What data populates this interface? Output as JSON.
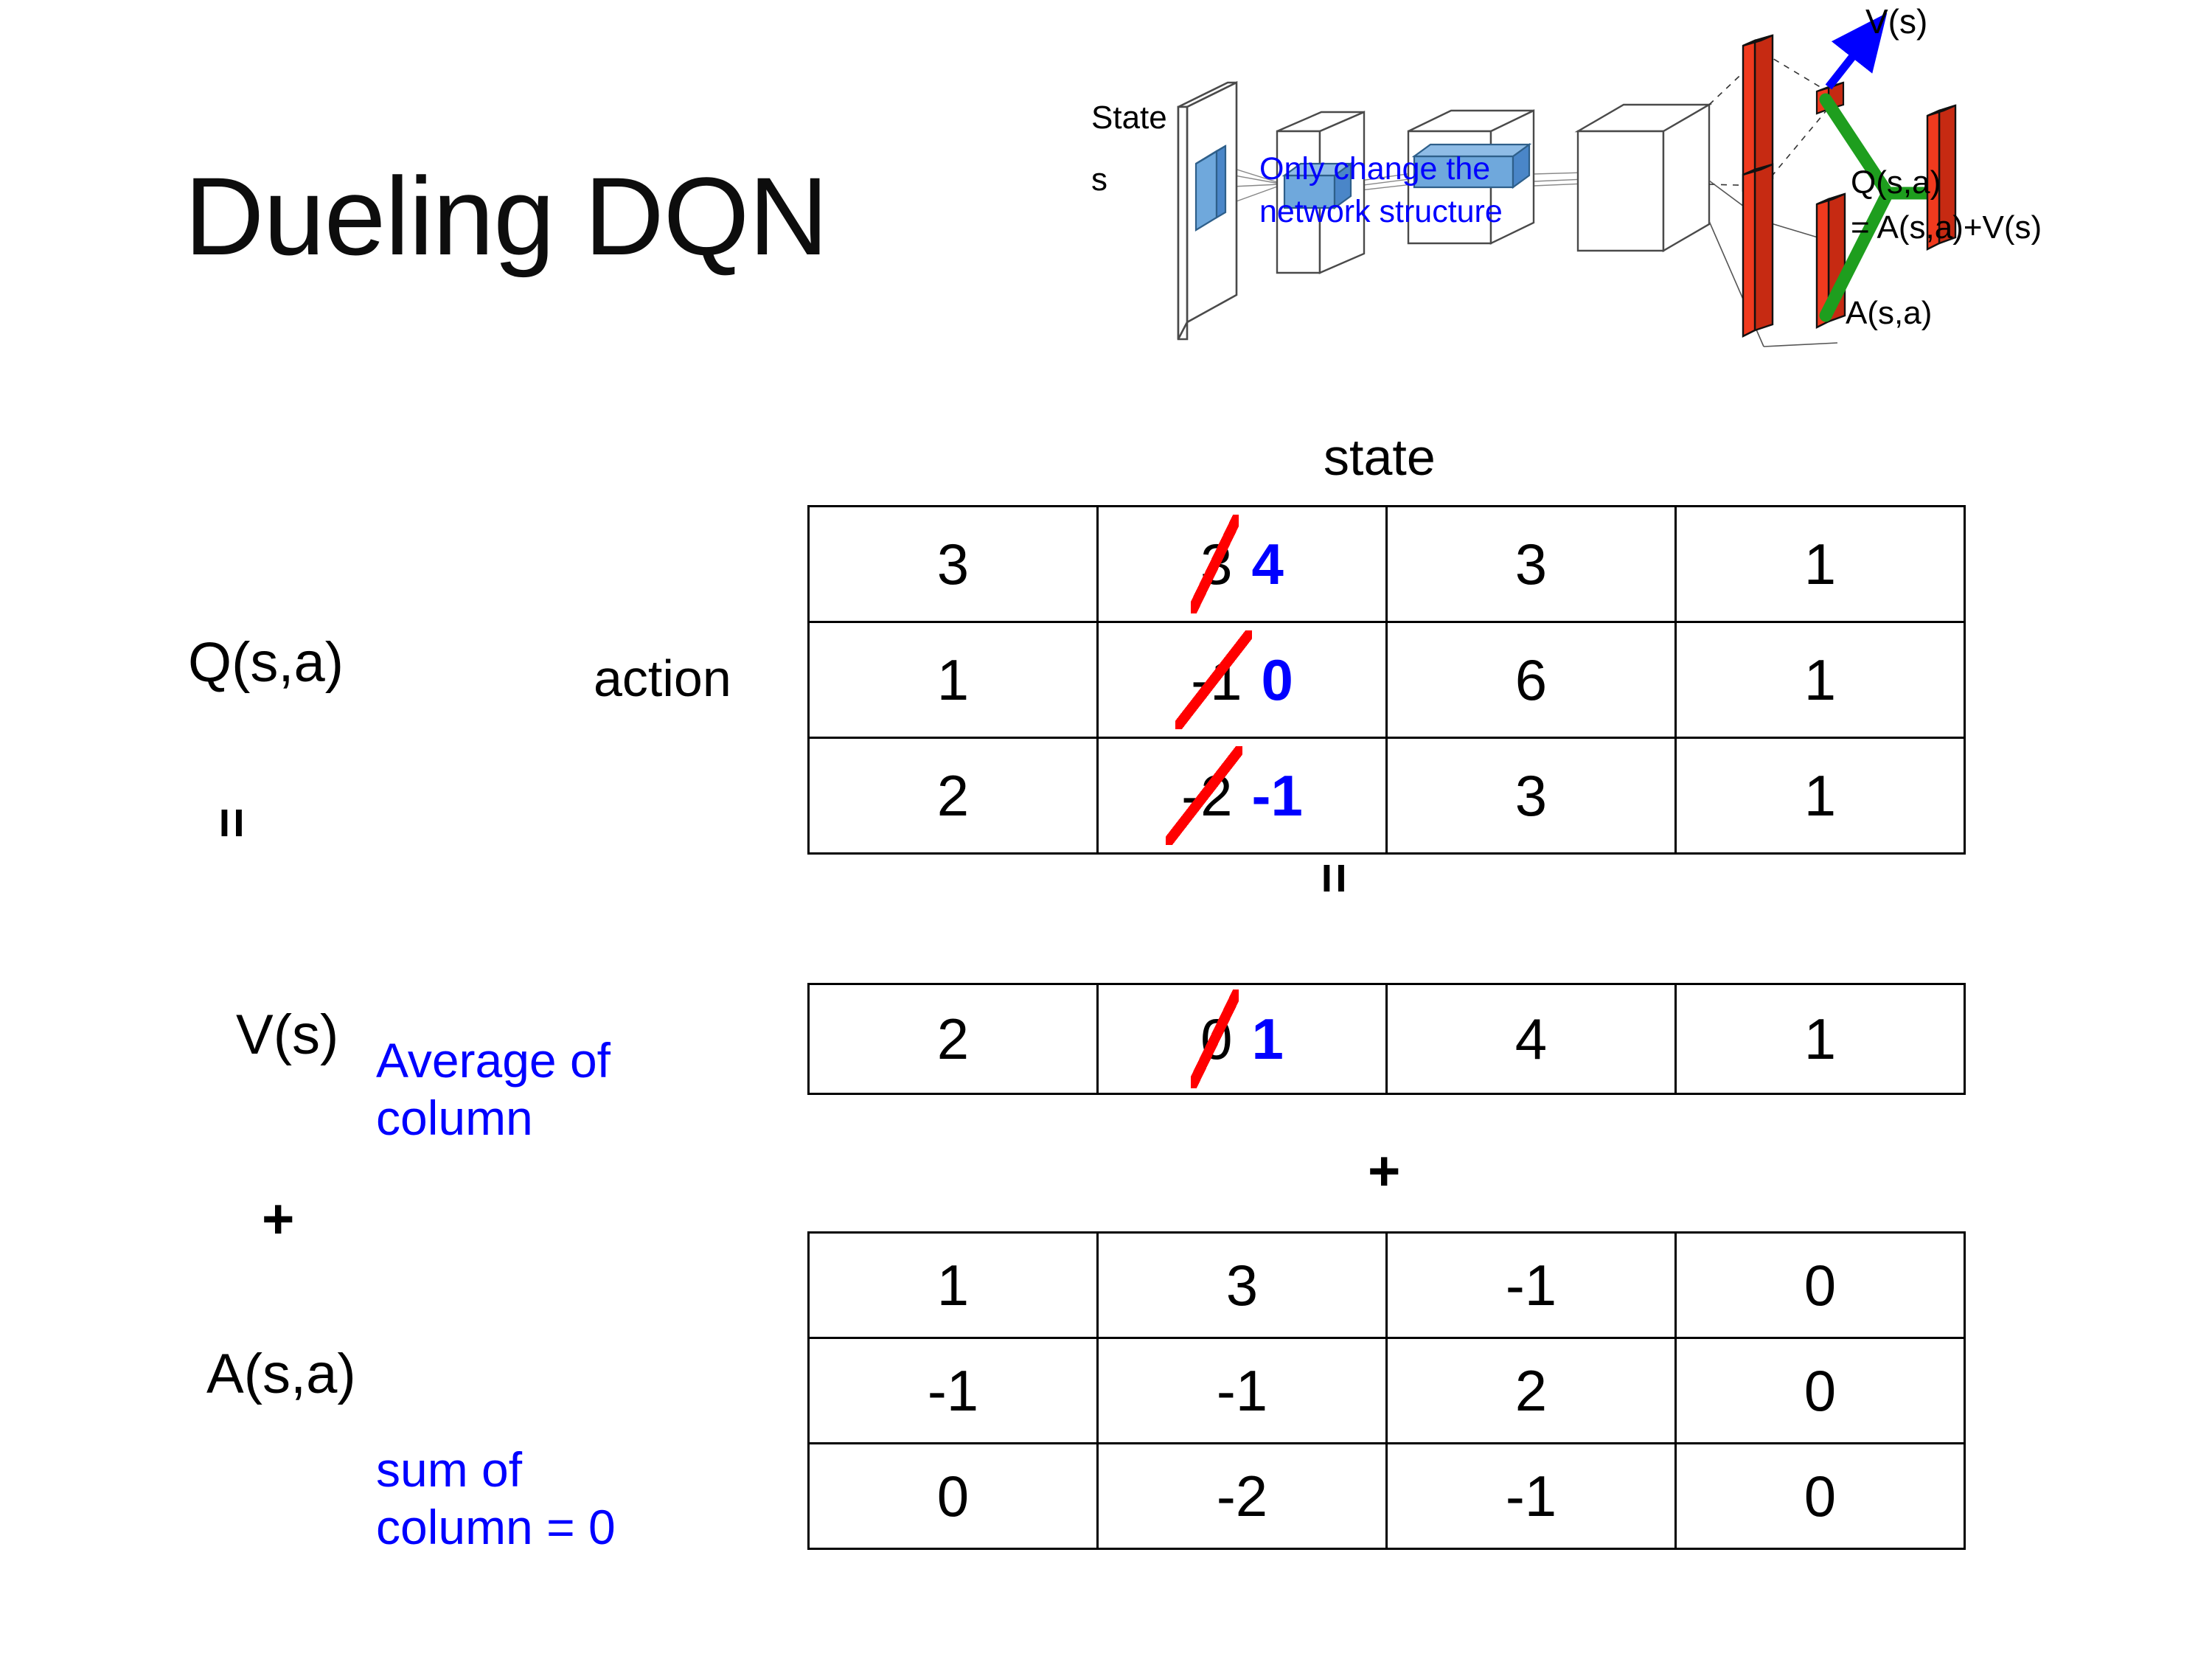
{
  "title": "Dueling DQN",
  "diagram": {
    "state_label_line1": "State",
    "state_label_line2": "s",
    "note": "Only change the\nnetwork structure",
    "note_line1": "Only change the",
    "note_line2": "network structure",
    "v_label": "V(s)",
    "a_label": "A(s,a)",
    "q_label_line1": "Q(s,a)",
    "q_label_line2": "= A(s,a)+V(s)",
    "colors": {
      "note": "#0000FF",
      "arrow": "#0000FF",
      "combine": "#1E9E1E",
      "bar": "#F03A1E",
      "layer": "#5B9BD5"
    }
  },
  "labels": {
    "q": "Q(s,a)",
    "v": "V(s)",
    "a": "A(s,a)",
    "equals_left": "=",
    "equals_mid": "=",
    "plus_left": "+",
    "plus_mid": "+",
    "action": "action",
    "state": "state"
  },
  "notes": {
    "average_line1": "Average of",
    "average_line2": "column",
    "sum_line1": "sum of",
    "sum_line2": "column = 0",
    "color": "#0000FF"
  },
  "chart_data": {
    "type": "table",
    "title": "Dueling DQN",
    "xlabel": "state",
    "ylabel": "action",
    "correction_colors": {
      "strikeout": "#FF0000",
      "corrected": "#0000FF"
    },
    "tables": [
      {
        "name": "Q(s,a)",
        "rows": 3,
        "cols": 4,
        "values": [
          [
            {
              "v": "3"
            },
            {
              "v": "3",
              "new": "4"
            },
            {
              "v": "3"
            },
            {
              "v": "1"
            }
          ],
          [
            {
              "v": "1"
            },
            {
              "v": "-1",
              "new": "0"
            },
            {
              "v": "6"
            },
            {
              "v": "1"
            }
          ],
          [
            {
              "v": "2"
            },
            {
              "v": "-2",
              "new": "-1"
            },
            {
              "v": "3"
            },
            {
              "v": "1"
            }
          ]
        ]
      },
      {
        "name": "V(s)",
        "rows": 1,
        "cols": 4,
        "values": [
          [
            {
              "v": "2"
            },
            {
              "v": "0",
              "new": "1"
            },
            {
              "v": "4"
            },
            {
              "v": "1"
            }
          ]
        ]
      },
      {
        "name": "A(s,a)",
        "rows": 3,
        "cols": 4,
        "values": [
          [
            {
              "v": "1"
            },
            {
              "v": "3"
            },
            {
              "v": "-1"
            },
            {
              "v": "0"
            }
          ],
          [
            {
              "v": "-1"
            },
            {
              "v": "-1"
            },
            {
              "v": "2"
            },
            {
              "v": "0"
            }
          ],
          [
            {
              "v": "0"
            },
            {
              "v": "-2"
            },
            {
              "v": "-1"
            },
            {
              "v": "0"
            }
          ]
        ]
      }
    ],
    "relation": "Q(s,a) = V(s) + A(s,a)"
  }
}
